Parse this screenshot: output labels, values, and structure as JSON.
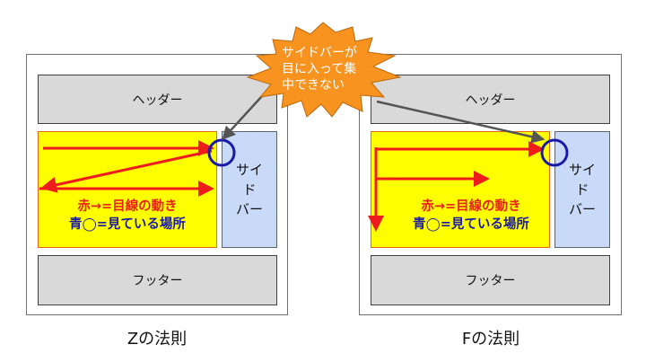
{
  "callout": {
    "text": "サイドバーが\n目に入って集\n中できない",
    "fill": "#f7931e",
    "arrow_color": "#555555"
  },
  "colors": {
    "eye_path": "#ee1c1c",
    "focus_circle": "#1a1aa8",
    "main_fill": "#ffff00",
    "sidebar_fill": "#c9daf8",
    "header_fill": "#d9d9d9"
  },
  "diagrams": [
    {
      "name": "z-pattern",
      "header": "ヘッダー",
      "sidebar": "サイ\nド\nバー",
      "footer": "フッター",
      "legend_red": "赤→=目線の動き",
      "legend_blue": "青◯=見ている場所",
      "caption": "Zの法則"
    },
    {
      "name": "f-pattern",
      "header": "ヘッダー",
      "sidebar": "サイ\nド\nバー",
      "footer": "フッター",
      "legend_red": "赤→=目線の動き",
      "legend_blue": "青◯=見ている場所",
      "caption": "Fの法則"
    }
  ]
}
